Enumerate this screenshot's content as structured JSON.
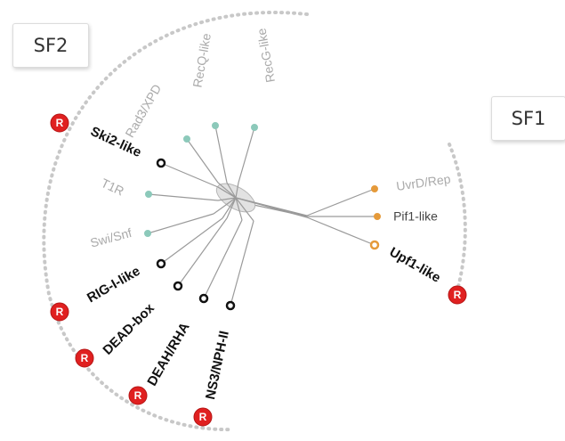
{
  "superfamilies": [
    {
      "id": "sf2",
      "label": "SF2"
    },
    {
      "id": "sf1",
      "label": "SF1"
    }
  ],
  "families": [
    {
      "id": "radd-xpd",
      "label": "Rad3/XPD",
      "style": "light",
      "color": "#8cc9ba",
      "rig_marker": false
    },
    {
      "id": "recq-like-1",
      "label": "RecQ-like",
      "style": "light",
      "color": "#8cc9ba",
      "rig_marker": false
    },
    {
      "id": "recq-like-2",
      "label": "RecG-like",
      "style": "light",
      "color": "#8cc9ba",
      "rig_marker": false
    },
    {
      "id": "ski2-like",
      "label": "Ski2-like",
      "style": "dark",
      "color": "#111111",
      "rig_marker": true
    },
    {
      "id": "t1r",
      "label": "T1R",
      "style": "light",
      "color": "#8cc9ba",
      "rig_marker": false
    },
    {
      "id": "swi-snf",
      "label": "Swi/Snf",
      "style": "light",
      "color": "#8cc9ba",
      "rig_marker": false
    },
    {
      "id": "rig-i-like",
      "label": "RIG-I-like",
      "style": "dark",
      "color": "#111111",
      "rig_marker": true
    },
    {
      "id": "dead-box",
      "label": "DEAD-box",
      "style": "dark",
      "color": "#111111",
      "rig_marker": true
    },
    {
      "id": "deah-rha",
      "label": "DEAH/RHA",
      "style": "dark",
      "color": "#111111",
      "rig_marker": true
    },
    {
      "id": "ns3-nph-ii",
      "label": "NS3/NPH-II",
      "style": "dark",
      "color": "#111111",
      "rig_marker": true
    },
    {
      "id": "uvrd-rep",
      "label": "UvrD/Rep",
      "style": "light",
      "color": "#e59a3a",
      "rig_marker": false
    },
    {
      "id": "pif1-like",
      "label": "Pif1-like",
      "style": "medium",
      "color": "#e59a3a",
      "rig_marker": false
    },
    {
      "id": "upf1-like",
      "label": "Upf1-like",
      "style": "dark",
      "color": "#e59a3a",
      "rig_marker": true
    }
  ],
  "rna_badge_letter": "R",
  "colors": {
    "branch": "#9a9a9a",
    "arc": "#c8c8c8",
    "badge_fill": "#e02020",
    "badge_text": "#ffffff",
    "light_label": "#aaaaaa",
    "dark_label": "#111111",
    "medium_label": "#444444"
  }
}
